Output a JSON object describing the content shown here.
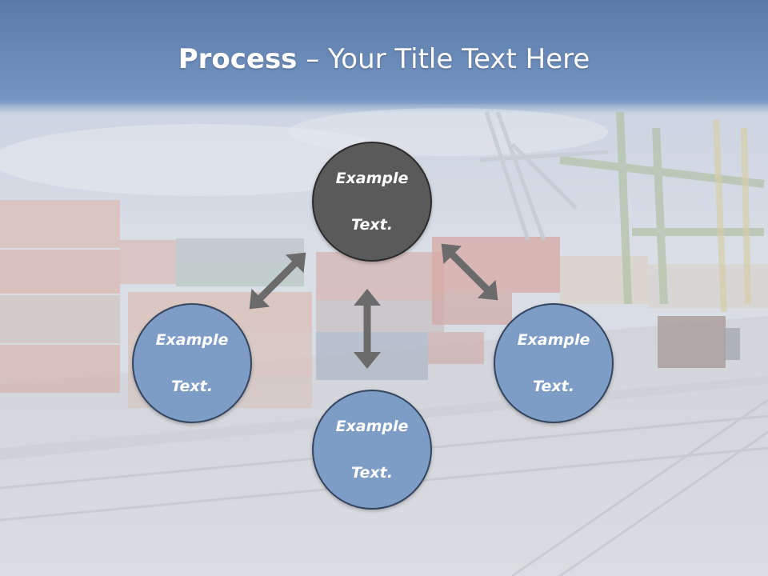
{
  "slide": {
    "title_bold": "Process",
    "title_rest": " – Your Title Text Here"
  },
  "nodes": [
    {
      "id": "top",
      "line1": "Example",
      "line2": "Text."
    },
    {
      "id": "left",
      "line1": "Example",
      "line2": "Text."
    },
    {
      "id": "right",
      "line1": "Example",
      "line2": "Text."
    },
    {
      "id": "bottom",
      "line1": "Example",
      "line2": "Text."
    }
  ],
  "colors": {
    "header_band": "#6a8ab8",
    "node_primary": "#5a5a5a",
    "node_secondary": "#7d9cc6",
    "node_border": "#34455f",
    "arrow": "#6b6b6b"
  }
}
